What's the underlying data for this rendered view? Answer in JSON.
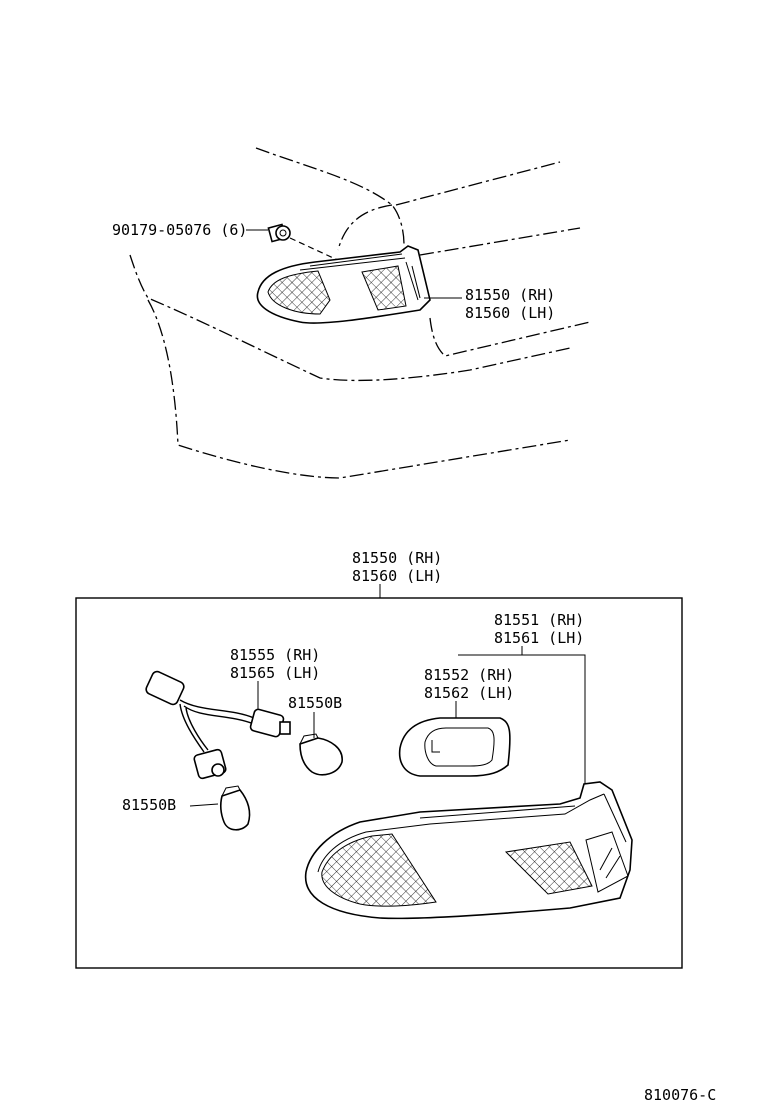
{
  "labels": {
    "bolt": "90179-05076 (6)",
    "top_lamp_rh": "81550 (RH)",
    "top_lamp_lh": "81560 (LH)",
    "box_title_rh": "81550 (RH)",
    "box_title_lh": "81560 (LH)",
    "lens_rh": "81551 (RH)",
    "lens_lh": "81561 (LH)",
    "gasket_rh": "81552 (RH)",
    "gasket_lh": "81562 (LH)",
    "socket_rh": "81555 (RH)",
    "socket_lh": "81565 (LH)",
    "bulb_a": "81550B",
    "bulb_b": "81550B",
    "diagram_id": "810076-C"
  }
}
